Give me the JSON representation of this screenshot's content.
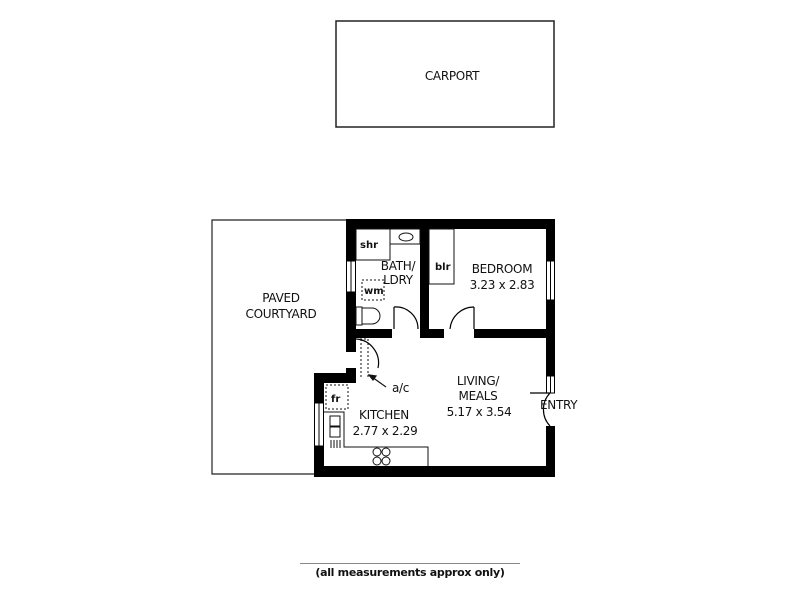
{
  "floorplan": {
    "carport": {
      "label": "CARPORT"
    },
    "courtyard": {
      "line1": "PAVED",
      "line2": "COURTYARD"
    },
    "bath": {
      "line1": "BATH/",
      "line2": "LDRY",
      "shower": "shr",
      "washing_machine": "wm"
    },
    "bedroom": {
      "label": "BEDROOM",
      "dims": "3.23 x 2.83",
      "built_in_robe": "blr"
    },
    "living": {
      "line1": "LIVING/",
      "line2": "MEALS",
      "dims": "5.17 x 3.54"
    },
    "kitchen": {
      "label": "KITCHEN",
      "dims": "2.77 x 2.29",
      "fridge": "fr"
    },
    "aircon": {
      "label": "a/c"
    },
    "entry": {
      "label": "ENTRY"
    }
  },
  "footer": {
    "note": "(all measurements approx only)"
  },
  "colors": {
    "wall": "#000000",
    "outline": "#222222",
    "background": "#ffffff"
  }
}
